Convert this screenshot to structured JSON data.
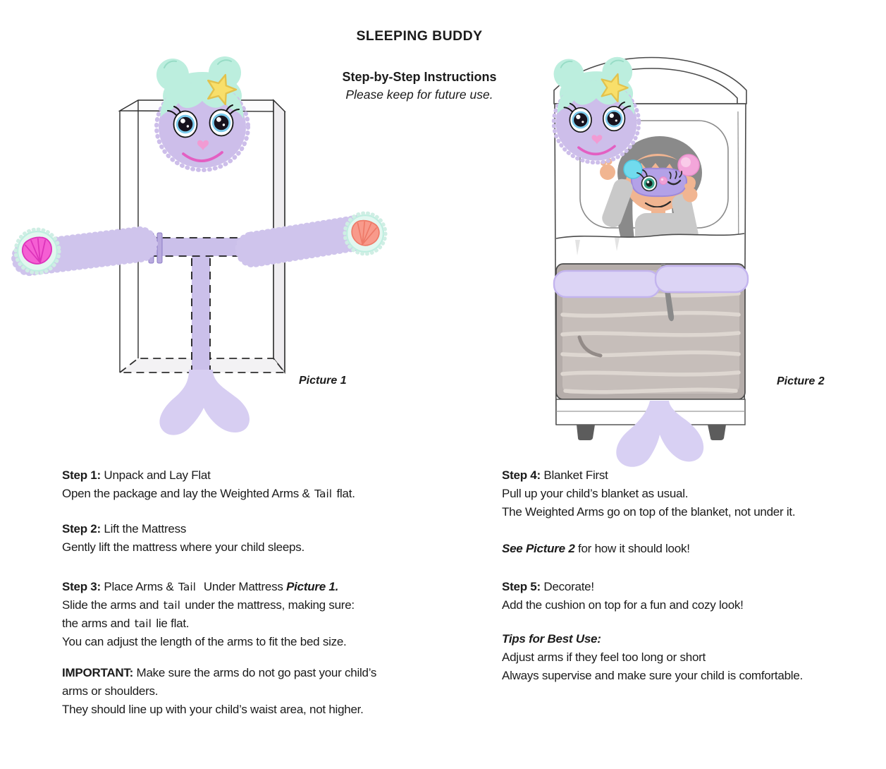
{
  "header": {
    "title": "SLEEPING BUDDY",
    "subtitle": "Step-by-Step Instructions",
    "note": "Please keep for future use."
  },
  "figures": {
    "picture1_label": "Picture 1",
    "picture2_label": "Picture 2"
  },
  "left_column": {
    "step1": {
      "label": "Step 1:",
      "title": " Unpack and Lay Flat",
      "body_pre": "Open the package and lay the Weighted Arms & ",
      "tail_word": "Tail",
      "body_post": " flat."
    },
    "step2": {
      "label": "Step 2:",
      "title": " Lift the Mattress",
      "body": "Gently lift the mattress where your child sleeps."
    },
    "step3": {
      "label": "Step 3:",
      "title_pre": " Place Arms & ",
      "tail_word": "Tail",
      "title_mid": "  Under Mattress ",
      "title_ref": "Picture 1.",
      "line1_pre": "Slide the arms and ",
      "line1_tail": "tail",
      "line1_post": " under the mattress, making sure:",
      "line2_pre": "the arms and ",
      "line2_tail": "tail",
      "line2_post": " lie flat.",
      "line3": "You can adjust the length of the arms to fit the bed size."
    },
    "important": {
      "label": "IMPORTANT:",
      "line1_rest": " Make sure the arms do not go past your child’s",
      "line2": "arms or shoulders.",
      "line3": "They should line up with your child’s waist area, not higher."
    }
  },
  "right_column": {
    "step4": {
      "label": "Step 4:",
      "title": " Blanket First",
      "line1": "Pull up your child’s blanket as usual.",
      "line2": "The Weighted Arms go on top of the blanket, not under it."
    },
    "see_picture": {
      "ref": "See Picture 2",
      "rest": " for how it should look!"
    },
    "step5": {
      "label": "Step 5:",
      "title": " Decorate!",
      "line1": "Add the cushion on top for a fun and cozy look!"
    },
    "tips": {
      "label": "Tips for Best Use:",
      "line1": "Adjust arms if they feel too long or short",
      "line2": "Always supervise and make sure your child is comfortable."
    }
  },
  "colors": {
    "plush_fur": "#cdbeea",
    "hair_mint": "#bceede",
    "starfish_yellow": "#f8df6a",
    "eye_blue": "#7ccbec",
    "nose_pink": "#f19bd3",
    "smile_pink": "#e35fc2",
    "shell_pink": "#f55fd3",
    "shell_coral": "#f89a8b",
    "strap_lavender": "#cbc0ea",
    "tail_lavender": "#d7cef2",
    "band_lavender": "#dcd4f5",
    "blanket_gray": "#b5adaa",
    "pajama_gray": "#c9c9c9",
    "hair_gray": "#8a8a8a",
    "skin": "#f1b591",
    "mask_purple": "#b3a1e7",
    "pompom_blue": "#71dbee",
    "pompom_pink": "#f3a6da",
    "text": "#1b1b1b"
  }
}
